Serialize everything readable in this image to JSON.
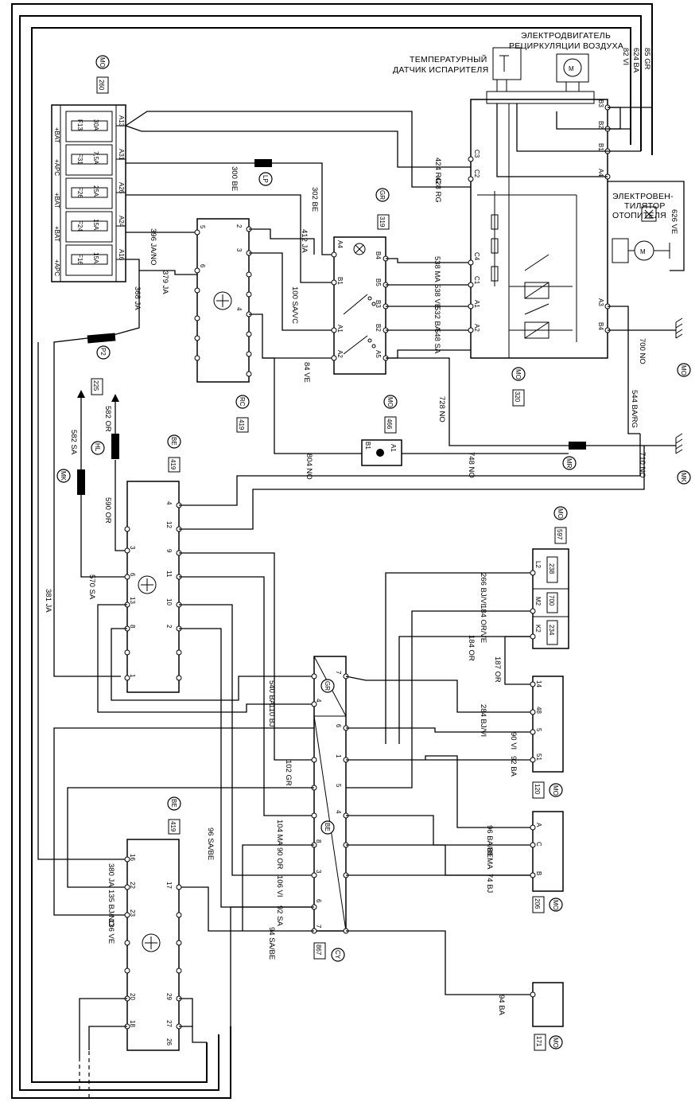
{
  "captions": {
    "motor_line1": "ЭЛЕКТРОДВИГАТЕЛЬ",
    "motor_line2": "РЕЦИРКУЛЯЦИИ ВОЗДУХА",
    "sensor_line1": "ТЕМПЕРАТУРНЫЙ",
    "sensor_line2": "ДАТЧИК ИСПАРИТЕЛЯ",
    "fan_line1": "ЭЛЕКТРОВЕН-",
    "fan_line2": "ТИЛЯТОР",
    "fan_line3": "ОТОПИТЕЛЯ"
  },
  "component_codes": {
    "fuse_box": "260",
    "switch": "319",
    "relay_box": "320",
    "module_rc": "419",
    "module_be_top": "419",
    "module_be_bottom": "419",
    "diode": "466",
    "panel": "597",
    "block_120": "120",
    "block_206": "206",
    "connector": "867",
    "block_171": "171",
    "arrow_left": "225"
  },
  "sheet_tags": {
    "fuse_box": "MO",
    "switch": "GR",
    "relay_box": "MO",
    "rc_module": "RC",
    "be_top": "BE",
    "be_bottom": "BE",
    "diode": "MO",
    "panel": "MO",
    "b120": "MO",
    "b206": "MO",
    "b171": "MO",
    "connector": "CY",
    "conn_gr": "GR",
    "conn_be": "BE"
  },
  "fuses": [
    {
      "name": "F13",
      "rating": "30A",
      "pin": "A13",
      "code": "+BAT"
    },
    {
      "name": "F31",
      "rating": "7,5A",
      "pin": "A31",
      "code": "+APC"
    },
    {
      "name": "F26",
      "rating": "25A",
      "pin": "A26",
      "code": "+BAT"
    },
    {
      "name": "F24",
      "rating": "15A",
      "pin": "A24",
      "code": "+BAT"
    },
    {
      "name": "F16",
      "rating": "15A",
      "pin": "A16",
      "code": "+APC"
    }
  ],
  "wires_right": [
    {
      "id": "82 VI"
    },
    {
      "id": "624 BA"
    },
    {
      "id": "85 GR"
    }
  ],
  "relay_pins": {
    "left": [
      "C3",
      "C2",
      "C4",
      "C1",
      "A1",
      "A2"
    ],
    "right": [
      "B3",
      "B2",
      "B1",
      "A4",
      "A3",
      "B4"
    ]
  },
  "switch_pins": {
    "left": [
      "A4",
      "B1",
      "A1",
      "A2"
    ],
    "right": [
      "B4",
      "B5",
      "B3",
      "B2",
      "A5"
    ]
  },
  "wire_labels": {
    "w300": "300 BE",
    "w424": "424 RG",
    "w428": "428 RG",
    "w302": "302 BE",
    "w412": "412 JA",
    "w396": "396 JA/NO",
    "w379": "379 JA",
    "w368": "368 JA",
    "w100": "100 SA/VC",
    "w84": "84 VE",
    "w538m": "538 MA",
    "w538v": "538 VE",
    "w532": "532 BA",
    "w548": "548 SA",
    "w626": "626 VE",
    "w700": "700 NO",
    "w544": "544 BA/RG",
    "w728": "728 NO",
    "w804": "804 NO",
    "w748": "748 NO",
    "w710": "710 NO",
    "w582sa": "582 SA",
    "w582or": "582 OR",
    "w590": "590 OR",
    "w570": "570 SA",
    "w381": "381 JA",
    "w266": "266 BJ/VI",
    "w184ov": "184 OR/VE",
    "w184": "184 OR",
    "w187": "187 OR",
    "w284": "284 BJ/VI",
    "w90vi": "90 VI",
    "w92ba": "92 BA",
    "w540": "540 BA",
    "w110": "110 BJ",
    "w102": "102 GR",
    "w104": "104 MA",
    "w96sb": "96 SA/BE",
    "w90or": "90 OR",
    "w106": "106 VI",
    "w92sa": "92 SA",
    "w94": "94 SA/BE",
    "w380": "380 JA",
    "w135": "135 BJ/NO",
    "w136": "136 VE",
    "w96bb": "96 BA/BE",
    "w88": "88 MA",
    "w74": "74 BJ",
    "w94ba": "94 BA"
  },
  "ground_tags": {
    "g1": "MO",
    "g2": "MK",
    "g3": "MK"
  },
  "splices": {
    "lp": "LP",
    "p2": "P2",
    "mr": "MR",
    "hl": "HL",
    "mk": "MK"
  },
  "panel_pins": [
    {
      "pin": "L2",
      "code": "238"
    },
    {
      "pin": "M2",
      "code": "700"
    },
    {
      "pin": "K2",
      "code": "234"
    }
  ],
  "module_be_top_pins": {
    "left": [
      "3",
      "6",
      "13",
      "8",
      "1"
    ],
    "right": [
      "4",
      "12",
      "9",
      "11",
      "10",
      "2"
    ]
  },
  "module_be_bottom_pins": {
    "left": [
      "16",
      "22",
      "23",
      "20",
      "18"
    ],
    "right": [
      "17",
      "29",
      "27",
      "26"
    ]
  },
  "module_rc_pins": {
    "left": [
      "5",
      "6"
    ],
    "right": [
      "2",
      "3",
      "4"
    ]
  },
  "connector_pins": [
    "7",
    "4",
    "6",
    "1",
    "5",
    "4",
    "8",
    "3",
    "6",
    "7"
  ],
  "block120_pins": [
    "14",
    "48",
    "5",
    "51"
  ],
  "block206_pins": [
    "A",
    "C",
    "B"
  ],
  "diode_pins": {
    "a": "B1",
    "b": "A1"
  }
}
